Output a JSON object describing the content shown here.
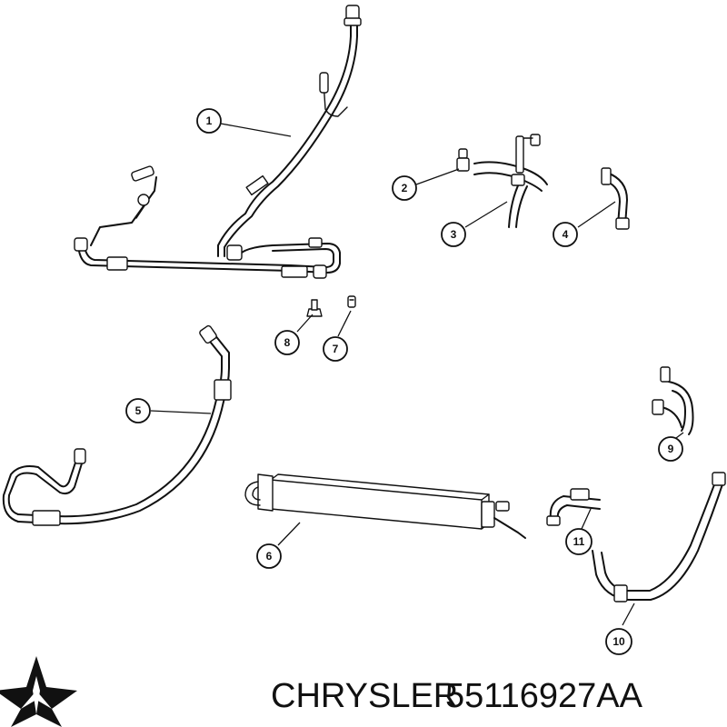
{
  "footer": {
    "brand": "CHRYSLER",
    "part_number": "55116927AA"
  },
  "callouts": [
    {
      "label": "1"
    },
    {
      "label": "2"
    },
    {
      "label": "3"
    },
    {
      "label": "4"
    },
    {
      "label": "5"
    },
    {
      "label": "6"
    },
    {
      "label": "7"
    },
    {
      "label": "8"
    },
    {
      "label": "9"
    },
    {
      "label": "10"
    },
    {
      "label": "11"
    }
  ],
  "logo": {
    "icon": "pentastar-icon",
    "color": "#111111"
  }
}
